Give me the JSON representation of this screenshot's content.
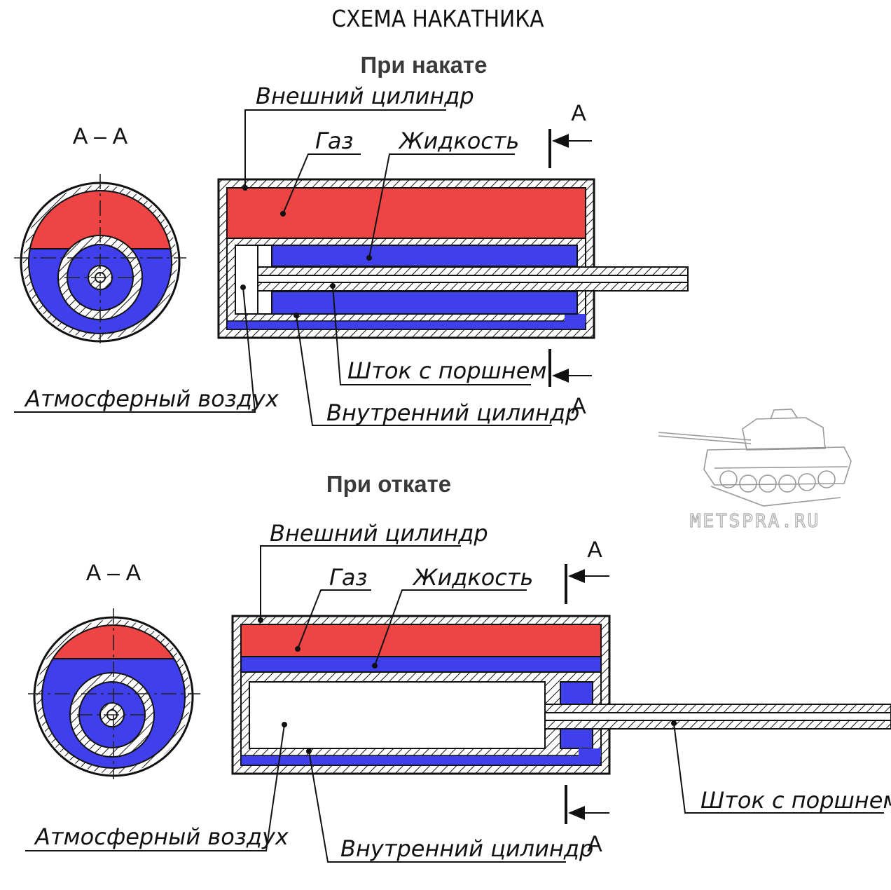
{
  "title": "СХЕМА НАКАТНИКА",
  "watermark": "METSPRA.RU",
  "colors": {
    "gas": "#ef4444",
    "liquid": "#3f3fec",
    "hatch": "#111111"
  },
  "panels": {
    "top": {
      "subtitle": "При накате",
      "section_label": "А – А",
      "section_mark": "А",
      "labels": {
        "outer_cylinder": "Внешний цилиндр",
        "gas": "Газ",
        "liquid": "Жидкость",
        "rod": "Шток с поршнем",
        "air": "Атмосферный воздух",
        "inner_cylinder": "Внутренний цилиндр"
      }
    },
    "bottom": {
      "subtitle": "При откате",
      "section_label": "А – А",
      "section_mark": "А",
      "labels": {
        "outer_cylinder": "Внешний цилиндр",
        "gas": "Газ",
        "liquid": "Жидкость",
        "rod": "Шток с поршнем",
        "air": "Атмосферный воздух",
        "inner_cylinder": "Внутренний цилиндр"
      }
    }
  }
}
